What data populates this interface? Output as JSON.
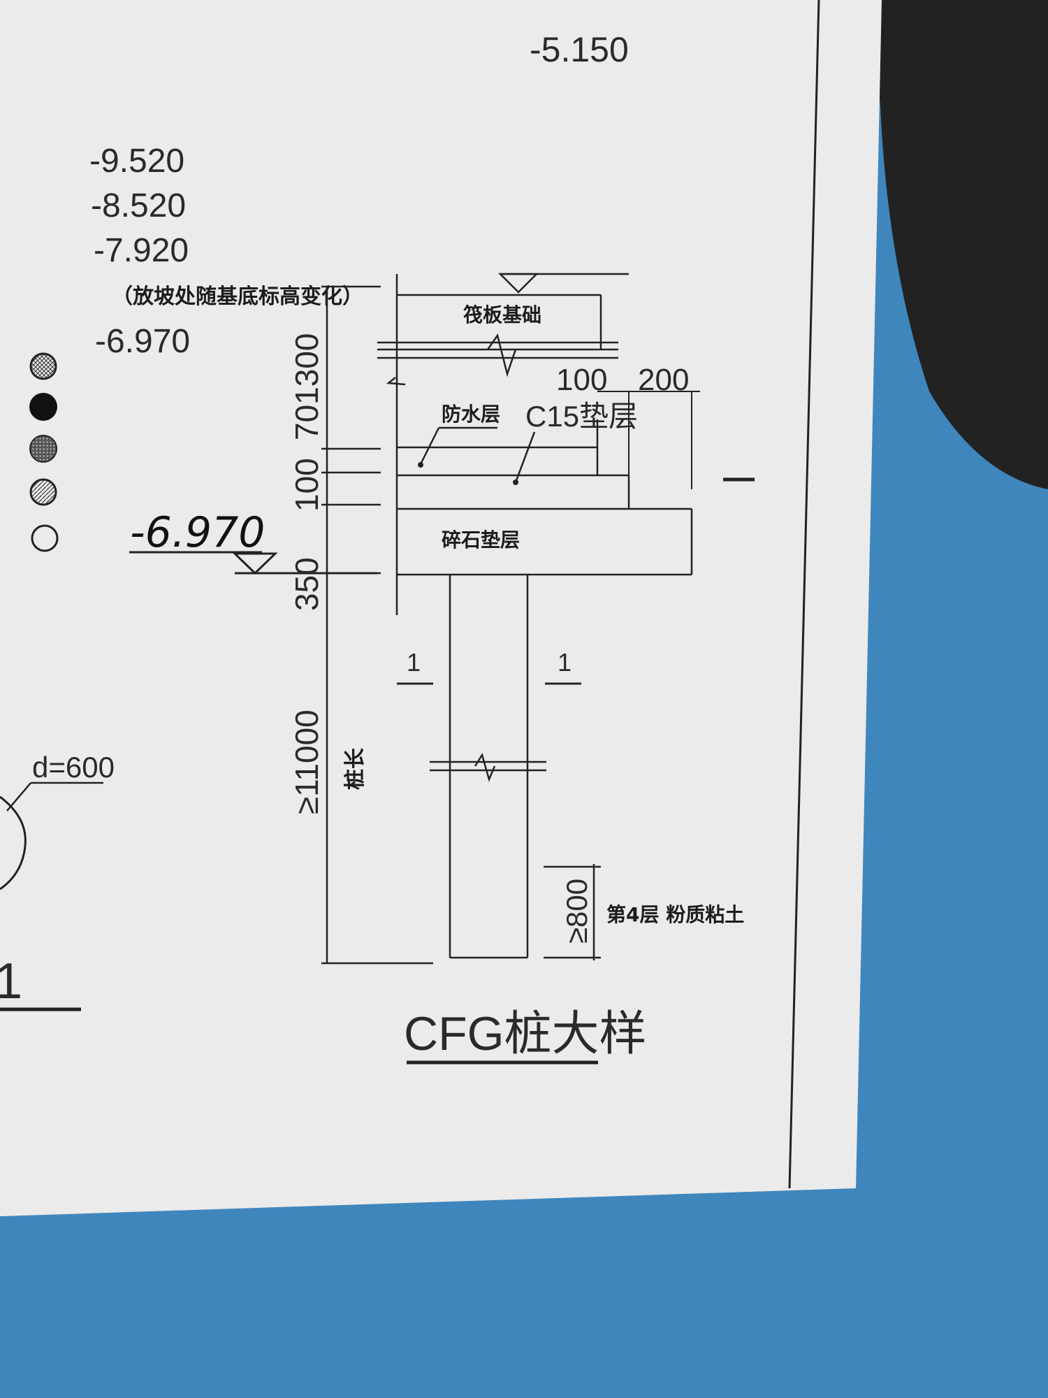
{
  "drawing": {
    "title": "CFG桩大样",
    "elevations": {
      "top_right": "-5.150",
      "list": [
        "-9.520",
        "-8.520",
        "-7.920"
      ],
      "note": "（放坡处随基底标高变化）",
      "bottom": "-6.970",
      "handwritten": "-6.970"
    },
    "layers": {
      "raft": "筏板基础",
      "waterproof": "防水层",
      "cushion_c15": "C15垫层",
      "gravel": "碎石垫层",
      "pile_length_label": "桩长",
      "soil_layer": "第4层  粉质粘土"
    },
    "dimensions": {
      "d_top": "701300",
      "d_100": "100",
      "d_350": "350",
      "d_pile": "≥11000",
      "d_offset_100": "100",
      "d_offset_200": "200",
      "d_embed": "≥800"
    },
    "section_marks": {
      "left": "1",
      "right": "1"
    },
    "left_fragment": {
      "diameter": "d=600",
      "section_number": "1"
    }
  },
  "colors": {
    "paper": "#eaeaea",
    "table": "#3f86bd",
    "ink": "#222222",
    "cloth": "#222222"
  }
}
